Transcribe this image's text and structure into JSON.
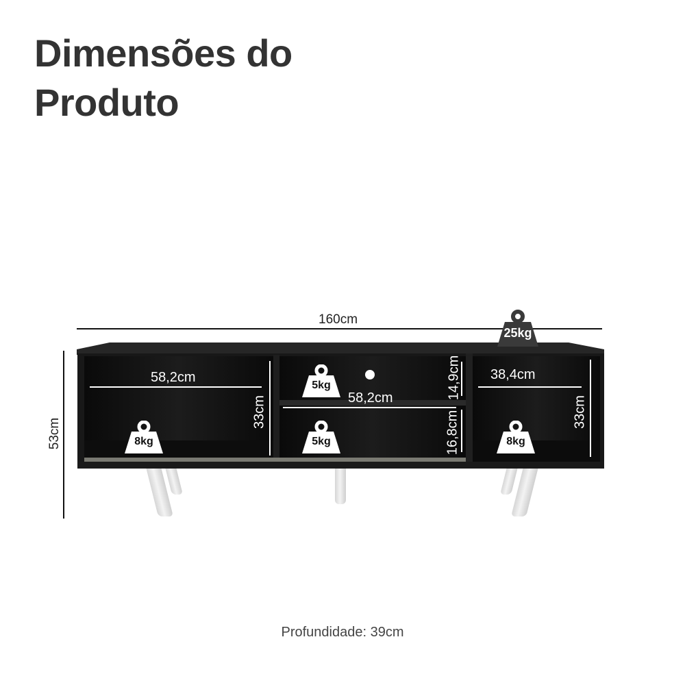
{
  "title": {
    "line1": "Dimensões do",
    "line2": "Produto"
  },
  "dimensions": {
    "total_width": "160cm",
    "total_height": "53cm",
    "depth_label": "Profundidade: 39cm"
  },
  "compartments": {
    "left": {
      "width": "58,2cm",
      "height": "33cm",
      "weight": "8kg"
    },
    "middle_top": {
      "width": "58,2cm",
      "height": "14,9cm",
      "weight": "5kg"
    },
    "middle_bottom": {
      "height": "16,8cm",
      "weight": "5kg"
    },
    "right": {
      "width": "38,4cm",
      "height": "33cm",
      "weight": "8kg"
    }
  },
  "top_load": {
    "weight": "25kg"
  },
  "colors": {
    "furniture": "#141414",
    "top": "#222222",
    "legs": "#e8e8e8",
    "text": "#333333"
  }
}
